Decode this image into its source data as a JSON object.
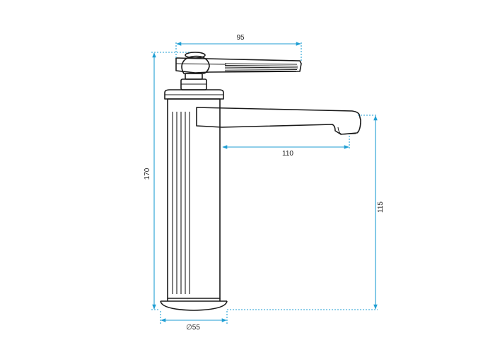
{
  "colors": {
    "outline": "#1a1a1a",
    "dimension": "#1f9ed3",
    "text": "#222222"
  },
  "dimensions": {
    "handle_width": "95",
    "spout_reach": "110",
    "total_height": "170",
    "spout_height": "115",
    "base_diameter": "∅55"
  }
}
